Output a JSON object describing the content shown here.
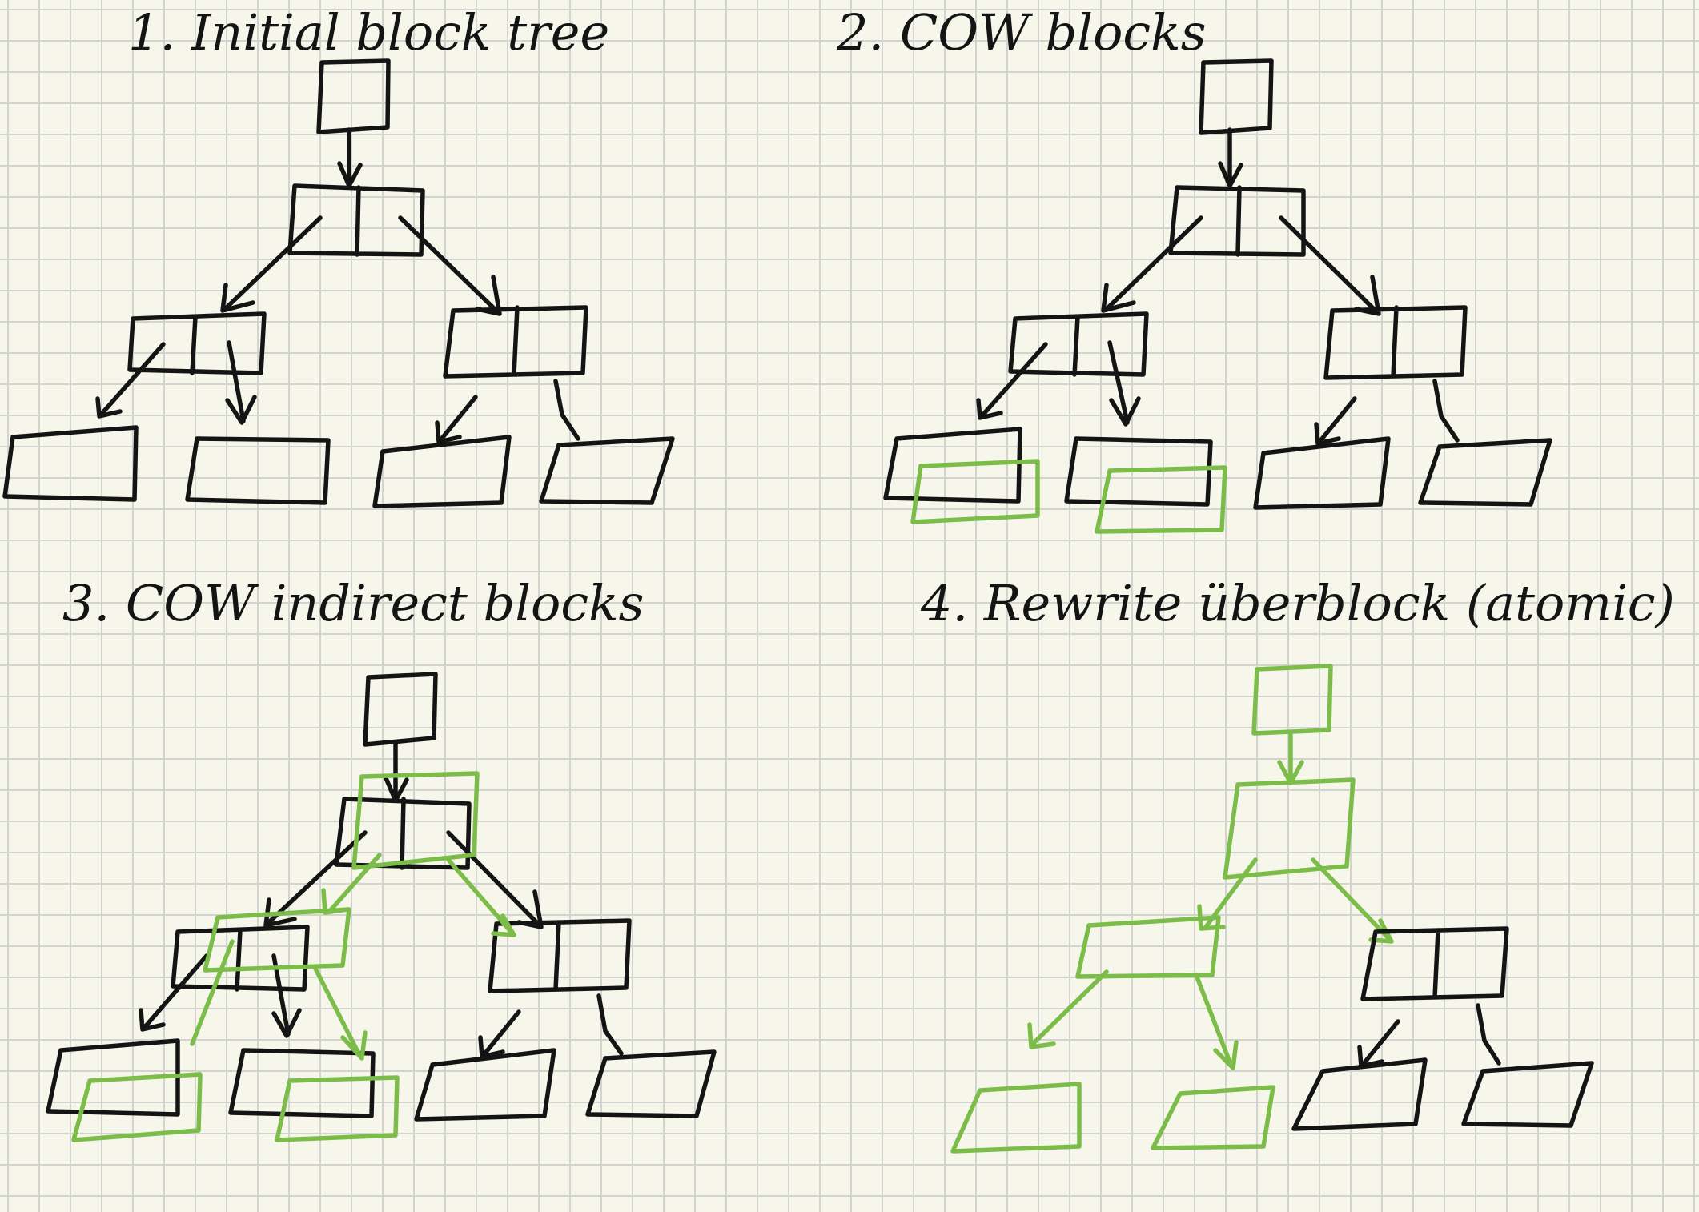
{
  "colors": {
    "ink": "#141414",
    "green": "#7cbd4a",
    "paper": "#f7f6ea",
    "grid": "#d3d4cf"
  },
  "panels": [
    {
      "caption": "1. Initial block tree",
      "nodes": [
        {
          "id": "superblock",
          "kind": "pointer",
          "state": "original"
        },
        {
          "id": "root",
          "kind": "indirect",
          "state": "original"
        },
        {
          "id": "left-indirect",
          "kind": "indirect",
          "state": "original"
        },
        {
          "id": "right-indirect",
          "kind": "indirect",
          "state": "original"
        },
        {
          "id": "leaf-1",
          "kind": "data",
          "state": "original"
        },
        {
          "id": "leaf-2",
          "kind": "data",
          "state": "original"
        },
        {
          "id": "leaf-3",
          "kind": "data",
          "state": "original"
        },
        {
          "id": "leaf-4",
          "kind": "data",
          "state": "original"
        }
      ]
    },
    {
      "caption": "2.   COW blocks",
      "nodes": [
        {
          "id": "superblock",
          "kind": "pointer",
          "state": "original"
        },
        {
          "id": "root",
          "kind": "indirect",
          "state": "original"
        },
        {
          "id": "left-indirect",
          "kind": "indirect",
          "state": "original"
        },
        {
          "id": "right-indirect",
          "kind": "indirect",
          "state": "original"
        },
        {
          "id": "leaf-1",
          "kind": "data",
          "state": "original"
        },
        {
          "id": "leaf-2",
          "kind": "data",
          "state": "original"
        },
        {
          "id": "leaf-3",
          "kind": "data",
          "state": "original"
        },
        {
          "id": "leaf-4",
          "kind": "data",
          "state": "original"
        },
        {
          "id": "leaf-1-copy",
          "kind": "data",
          "state": "copy"
        },
        {
          "id": "leaf-2-copy",
          "kind": "data",
          "state": "copy"
        }
      ]
    },
    {
      "caption": "3. COW indirect blocks",
      "nodes": [
        {
          "id": "superblock",
          "kind": "pointer",
          "state": "original"
        },
        {
          "id": "root",
          "kind": "indirect",
          "state": "original"
        },
        {
          "id": "root-copy",
          "kind": "indirect",
          "state": "copy"
        },
        {
          "id": "left-indirect",
          "kind": "indirect",
          "state": "original"
        },
        {
          "id": "left-indirect-copy",
          "kind": "indirect",
          "state": "copy"
        },
        {
          "id": "right-indirect",
          "kind": "indirect",
          "state": "original"
        },
        {
          "id": "leaf-1",
          "kind": "data",
          "state": "original"
        },
        {
          "id": "leaf-1-copy",
          "kind": "data",
          "state": "copy"
        },
        {
          "id": "leaf-2",
          "kind": "data",
          "state": "original"
        },
        {
          "id": "leaf-2-copy",
          "kind": "data",
          "state": "copy"
        },
        {
          "id": "leaf-3",
          "kind": "data",
          "state": "original"
        },
        {
          "id": "leaf-4",
          "kind": "data",
          "state": "original"
        }
      ]
    },
    {
      "caption": "4. Rewrite überblock (atomic)",
      "nodes": [
        {
          "id": "superblock",
          "kind": "pointer",
          "state": "copy"
        },
        {
          "id": "root",
          "kind": "indirect",
          "state": "copy"
        },
        {
          "id": "left-indirect",
          "kind": "indirect",
          "state": "copy"
        },
        {
          "id": "right-indirect",
          "kind": "indirect",
          "state": "original"
        },
        {
          "id": "leaf-1",
          "kind": "data",
          "state": "copy"
        },
        {
          "id": "leaf-2",
          "kind": "data",
          "state": "copy"
        },
        {
          "id": "leaf-3",
          "kind": "data",
          "state": "original"
        },
        {
          "id": "leaf-4",
          "kind": "data",
          "state": "original"
        }
      ]
    }
  ]
}
